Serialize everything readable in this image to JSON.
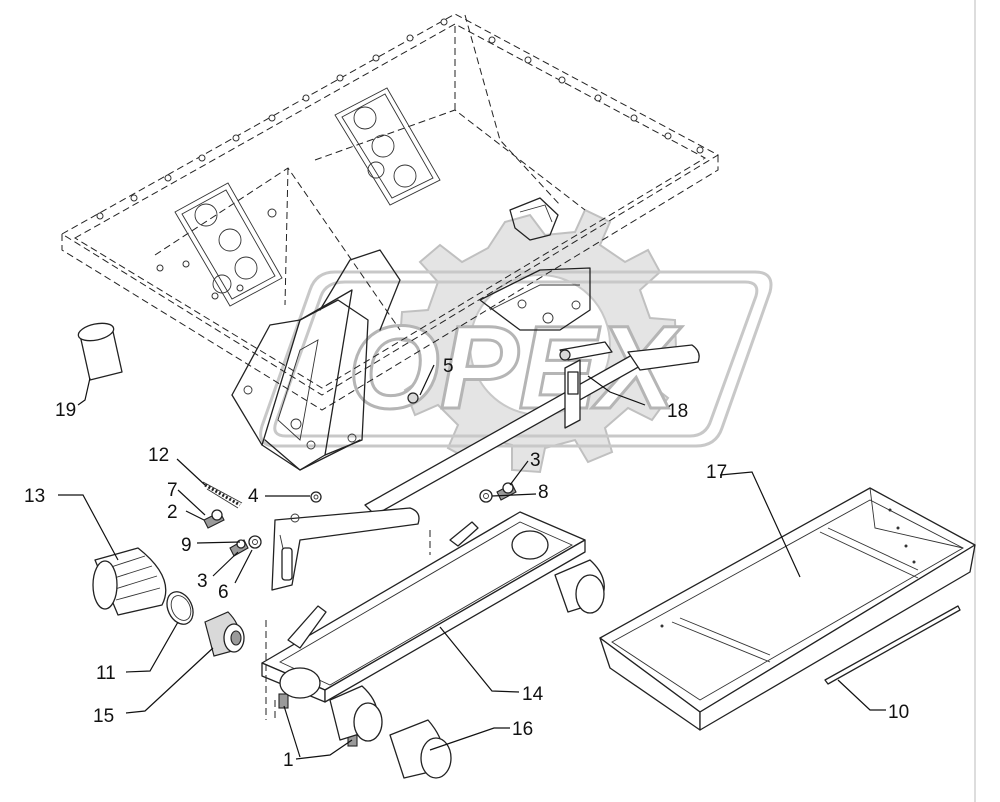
{
  "watermark": {
    "text": "OPEX"
  },
  "callouts": {
    "c1": "1",
    "c2": "2",
    "c3a": "3",
    "c3b": "3",
    "c4": "4",
    "c5": "5",
    "c6": "6",
    "c7": "7",
    "c8": "8",
    "c9": "9",
    "c10": "10",
    "c11": "11",
    "c12": "12",
    "c13": "13",
    "c14": "14",
    "c15": "15",
    "c16": "16",
    "c17": "17",
    "c18": "18",
    "c19": "19"
  },
  "colors": {
    "line": "#222222",
    "watermark": "#c8c8c8",
    "background": "#ffffff"
  }
}
